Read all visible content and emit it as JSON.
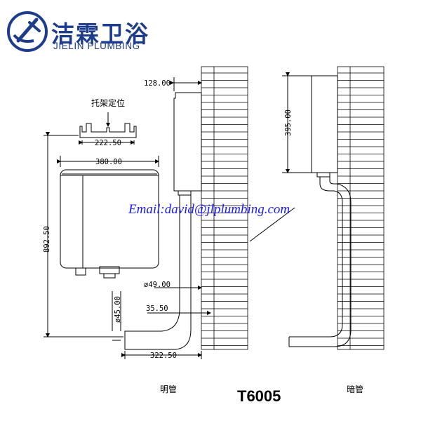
{
  "logo": {
    "name_cn": "洁霖卫浴",
    "name_en": "JIELIN PLUMBING",
    "brand_color": "#1e3c8c"
  },
  "watermark": {
    "email": "Email:david@jlplumbing.com",
    "color": "#1a1aff"
  },
  "diagram": {
    "bracket_label": "托架定位",
    "dimensions": {
      "bracket_width": "222.50",
      "tank_width": "380.00",
      "total_height": "892.50",
      "pipe_diameter_a": "ø45.00",
      "offset_bottom": "322.50",
      "tank_wall_gap": "128.00",
      "pipe_diameter_b": "ø49.00",
      "pipe_wall_gap": "35.50",
      "concealed_tank_height": "395.00"
    },
    "exposed_label": "明管",
    "concealed_label": "暗管",
    "model": "T6005"
  }
}
